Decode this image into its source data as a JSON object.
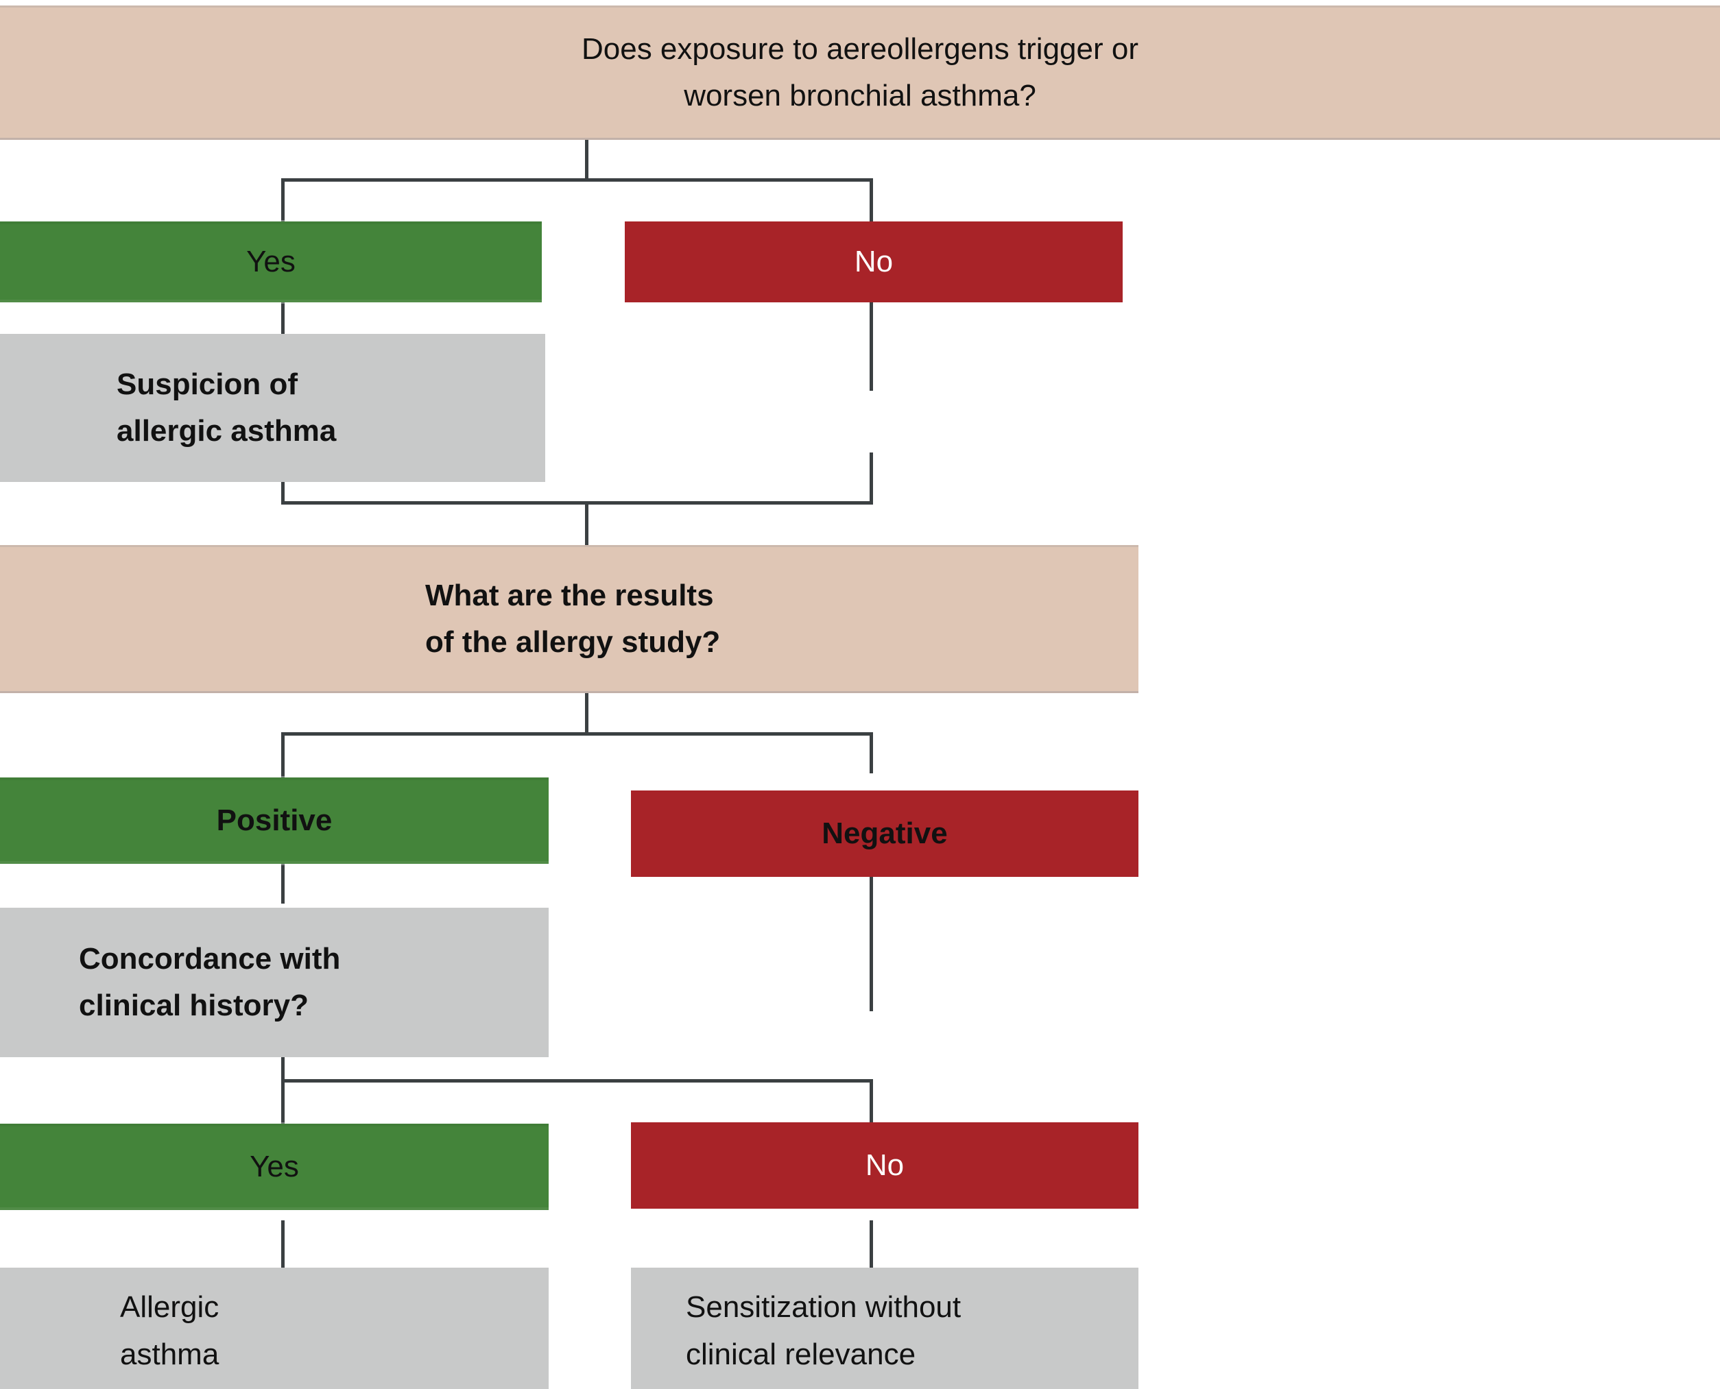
{
  "diagram": {
    "title_q1_line1": "Does exposure to aereollergens trigger or",
    "title_q1_line2": "worsen bronchial asthma?",
    "q1_yes": "Yes",
    "q1_no": "No",
    "suspicion_line1": "Suspicion of",
    "suspicion_line2": "allergic asthma",
    "title_q2_line1": "What are the results",
    "title_q2_line2": "of the allergy study?",
    "q2_positive": "Positive",
    "q2_negative": "Negative",
    "concordance_line1": "Concordance with",
    "concordance_line2": "clinical history?",
    "q3_yes": "Yes",
    "q3_no": "No",
    "outcome_left_line1": "Allergic",
    "outcome_left_line2": "asthma",
    "outcome_right_line1": "Sensitization without",
    "outcome_right_line2": "clinical relevance"
  },
  "colors": {
    "question_bg": "#dfc6b5",
    "yes_bg": "#44843a",
    "no_bg": "#a82328",
    "result_bg": "#c8c9c9",
    "connector": "#3b4042",
    "text_dark": "#111111",
    "text_light": "#ffffff"
  },
  "chart_data": {
    "type": "table",
    "title": "Diagnostic algorithm for allergic asthma",
    "nodes": [
      {
        "id": "q1",
        "kind": "question",
        "text": "Does exposure to aereollergens trigger or worsen bronchial asthma?",
        "color": "#dfc6b5"
      },
      {
        "id": "q1-yes",
        "kind": "answer",
        "text": "Yes",
        "color": "#44843a"
      },
      {
        "id": "q1-no",
        "kind": "answer",
        "text": "No",
        "color": "#a82328"
      },
      {
        "id": "suspicion",
        "kind": "result",
        "text": "Suspicion of allergic asthma",
        "color": "#c8c9c9"
      },
      {
        "id": "q2",
        "kind": "question",
        "text": "What are the results of the allergy study?",
        "color": "#dfc6b5"
      },
      {
        "id": "q2-pos",
        "kind": "answer",
        "text": "Positive",
        "color": "#44843a"
      },
      {
        "id": "q2-neg",
        "kind": "answer",
        "text": "Negative",
        "color": "#a82328"
      },
      {
        "id": "concord",
        "kind": "result",
        "text": "Concordance with clinical history?",
        "color": "#c8c9c9"
      },
      {
        "id": "q3-yes",
        "kind": "answer",
        "text": "Yes",
        "color": "#44843a"
      },
      {
        "id": "q3-no",
        "kind": "answer",
        "text": "No",
        "color": "#a82328"
      },
      {
        "id": "allergic",
        "kind": "result",
        "text": "Allergic asthma",
        "color": "#c8c9c9"
      },
      {
        "id": "sensit",
        "kind": "result",
        "text": "Sensitization without clinical relevance",
        "color": "#c8c9c9"
      }
    ],
    "edges": [
      {
        "from": "q1",
        "to": "q1-yes"
      },
      {
        "from": "q1",
        "to": "q1-no"
      },
      {
        "from": "q1-yes",
        "to": "suspicion"
      },
      {
        "from": "suspicion",
        "to": "q2"
      },
      {
        "from": "q1-no",
        "to": "q2"
      },
      {
        "from": "q2",
        "to": "q2-pos"
      },
      {
        "from": "q2",
        "to": "q2-neg"
      },
      {
        "from": "q2-pos",
        "to": "concord"
      },
      {
        "from": "q2-neg",
        "to": "sensit"
      },
      {
        "from": "concord",
        "to": "q3-yes"
      },
      {
        "from": "concord",
        "to": "q3-no"
      },
      {
        "from": "q3-yes",
        "to": "allergic"
      },
      {
        "from": "q3-no",
        "to": "sensit"
      }
    ]
  }
}
